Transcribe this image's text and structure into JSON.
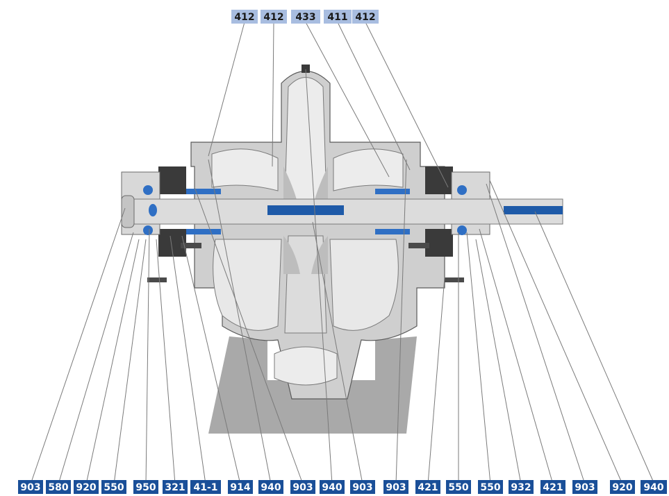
{
  "colors": {
    "top_label_bg": "#a8bde0",
    "top_label_text": "#1a1a1a",
    "bottom_label_bg": "#1a4f98",
    "bottom_label_text": "#ffffff",
    "casing": "#cfcfcf",
    "casing_light": "#ececec",
    "base": "#a9a9a9",
    "shaft": "#dcdcdc",
    "accent_blue": "#1e5aa8",
    "bearing_blue": "#2f6fc4",
    "seal_dark": "#3a3a3a",
    "leader": "#7a7a7a"
  },
  "labels": {
    "top": [
      "412",
      "412",
      "433",
      "411",
      "412"
    ],
    "bottom": [
      "903",
      "580",
      "920",
      "550",
      "950",
      "321",
      "41-1",
      "914",
      "940",
      "903",
      "940",
      "903",
      "903",
      "421",
      "550",
      "550",
      "932",
      "421",
      "903",
      "920",
      "940"
    ]
  }
}
